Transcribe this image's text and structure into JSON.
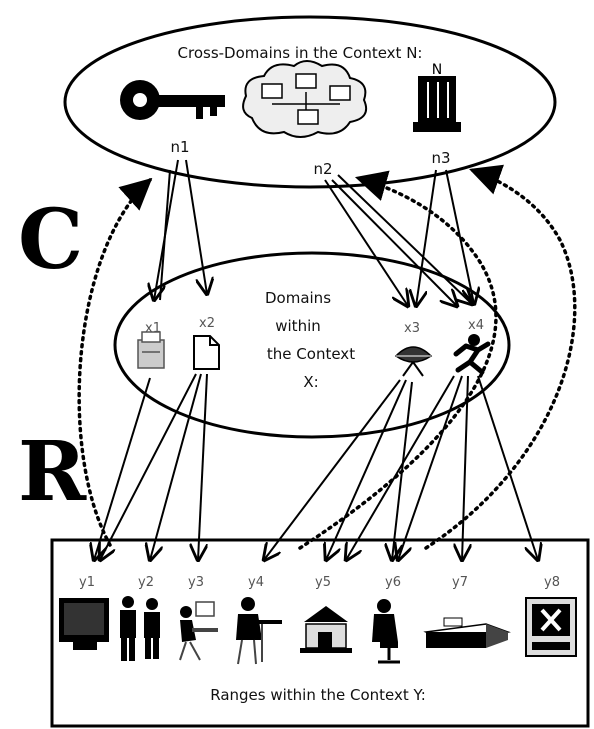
{
  "letters": {
    "c": "C",
    "r": "R"
  },
  "top_context": {
    "title": "Cross-Domains in the Context N:",
    "nodes": [
      "n1",
      "n2",
      "n3"
    ],
    "icons": [
      "key-icon",
      "network-cloud-icon",
      "database-server-icon"
    ]
  },
  "mid_context": {
    "title_lines": [
      "Domains",
      "within",
      "the Context",
      "X:"
    ],
    "nodes": [
      "x1",
      "x2",
      "x3",
      "x4"
    ],
    "icons": [
      "printer-icon",
      "document-icon",
      "satellite-dish-icon",
      "running-person-icon"
    ]
  },
  "bottom_context": {
    "title": "Ranges within the Context Y:",
    "nodes": [
      "y1",
      "y2",
      "y3",
      "y4",
      "y5",
      "y6",
      "y7",
      "y8"
    ],
    "icons": [
      "monitor-icon",
      "business-people-icon",
      "office-worker-icon",
      "desk-worker-icon",
      "bank-building-icon",
      "seated-person-icon",
      "scanner-icon",
      "x-window-icon"
    ]
  }
}
